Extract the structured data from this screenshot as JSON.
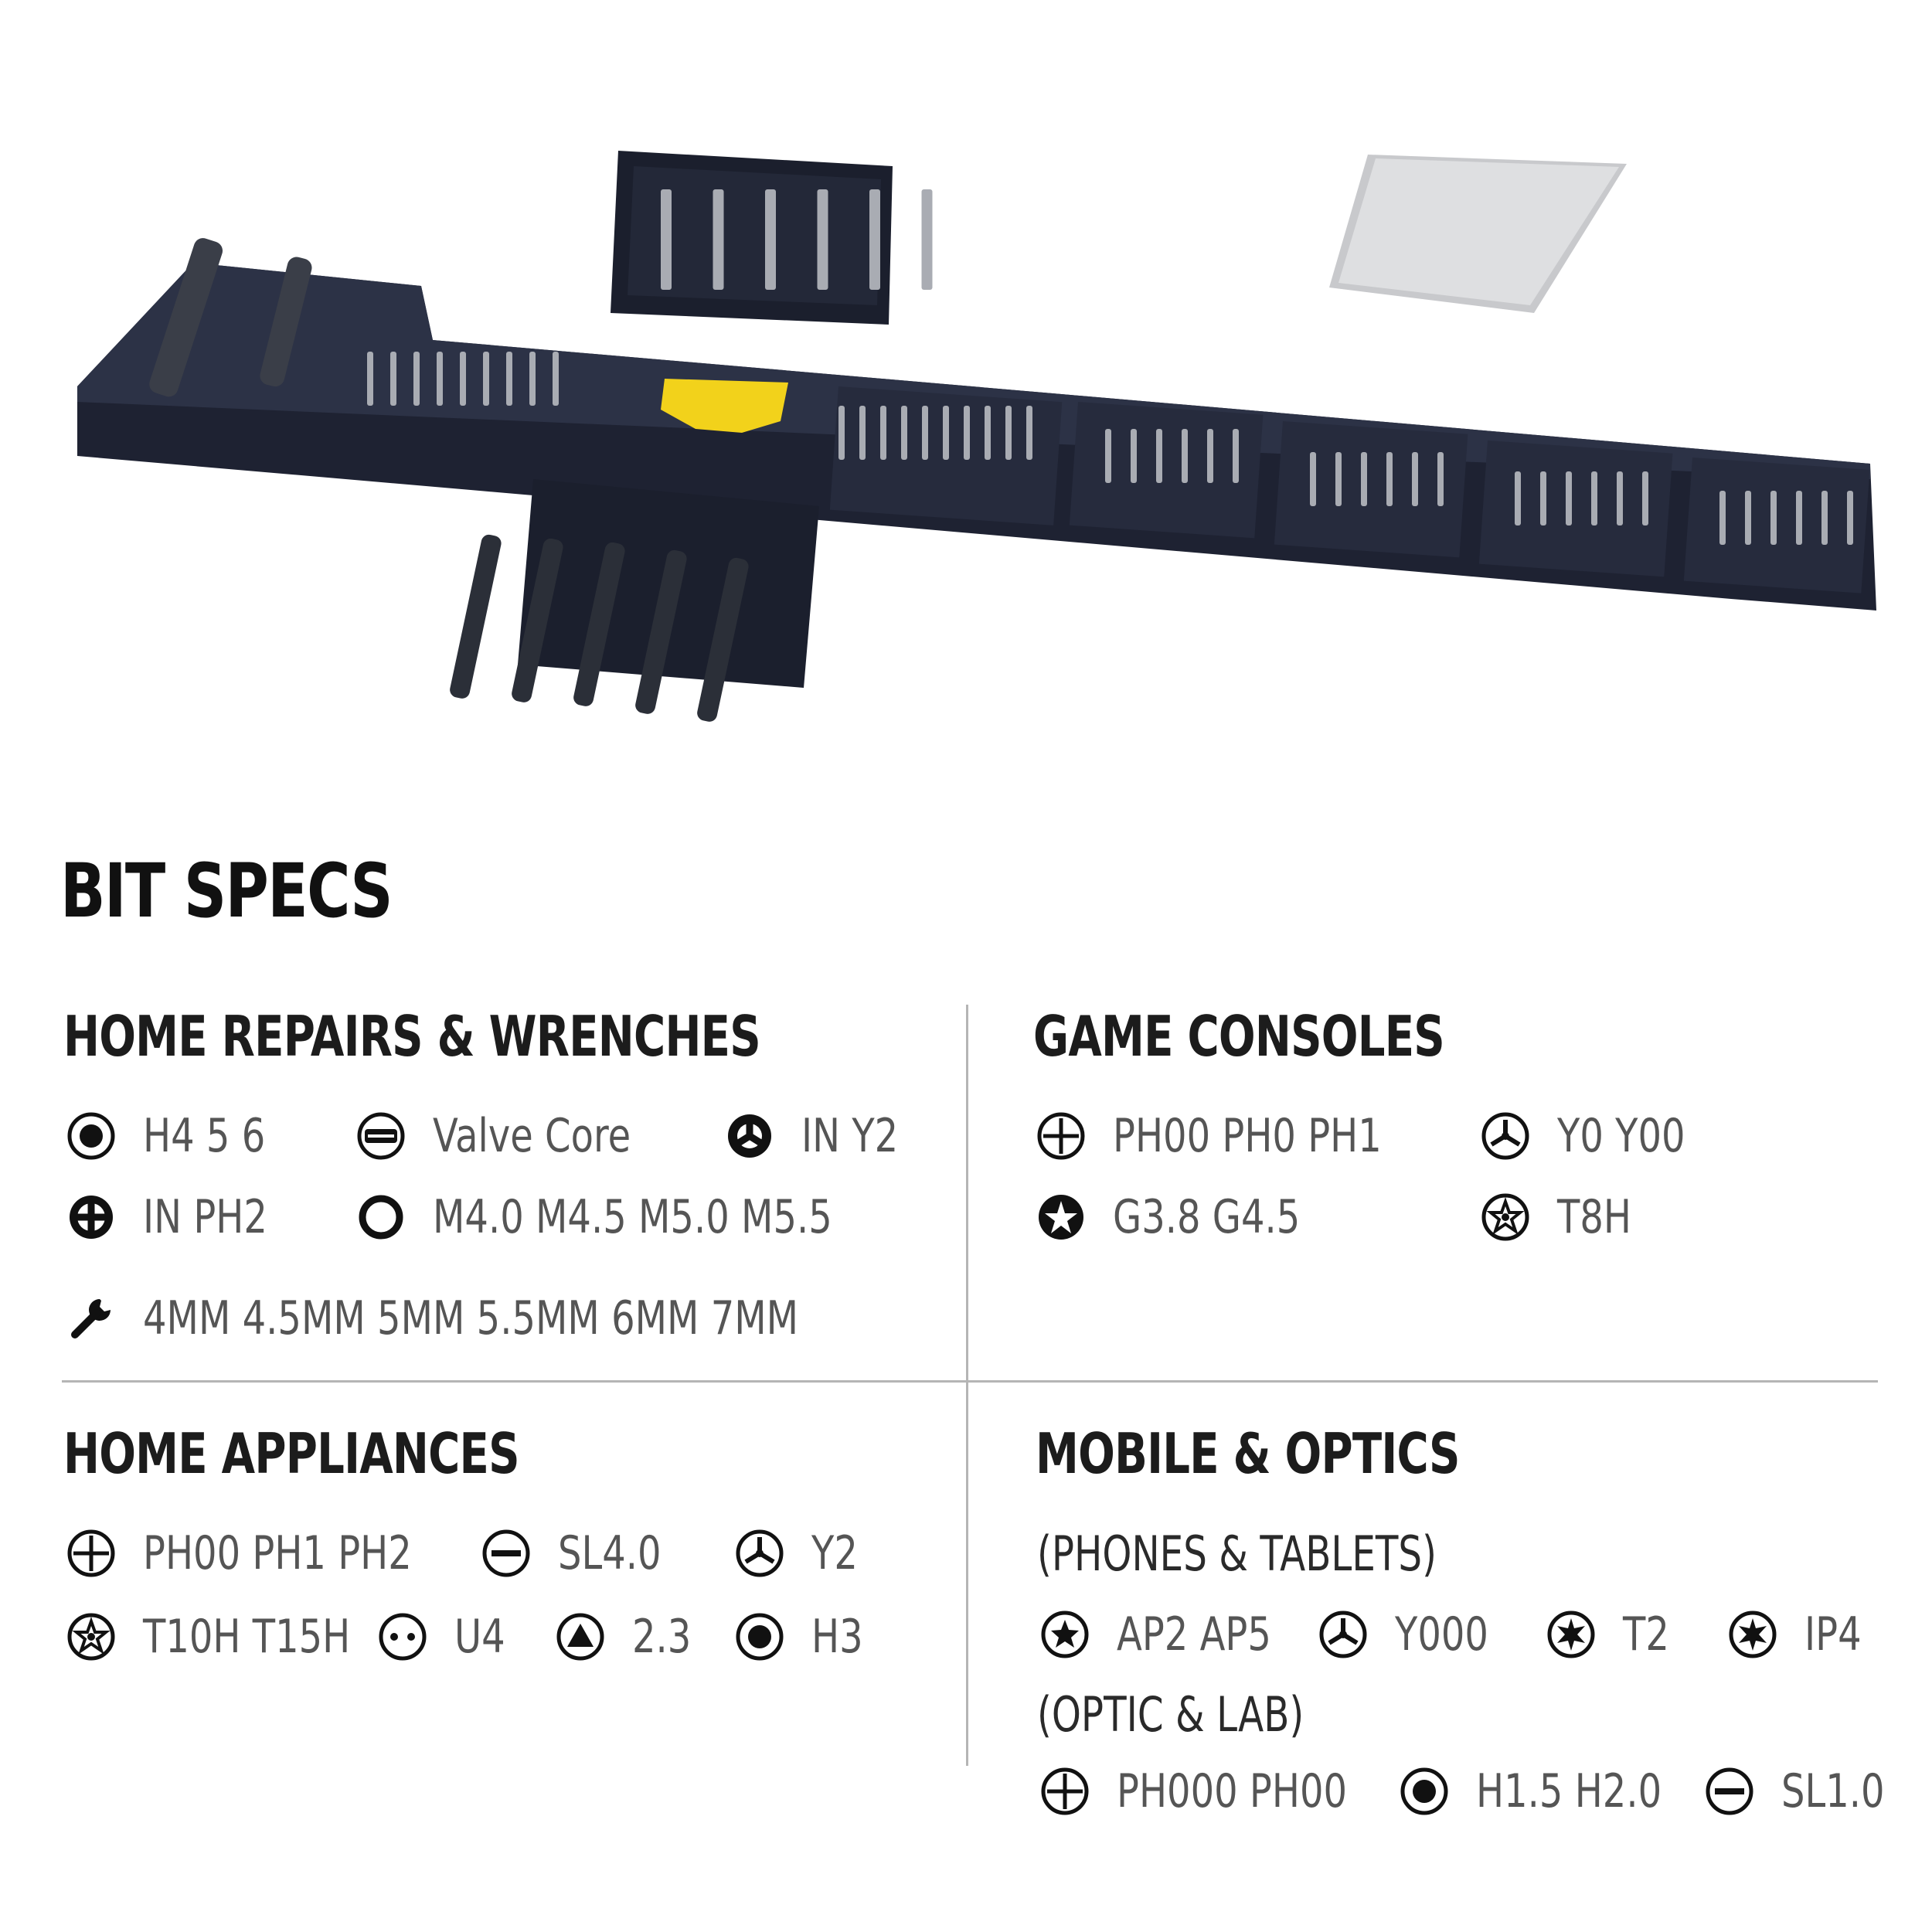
{
  "title": "BIT SPECS",
  "sections": {
    "home_repairs": {
      "title": "HOME REPAIRS & WRENCHES",
      "specs": {
        "hex": "H4 5 6",
        "valve": "Valve Core",
        "y_in": "IN Y2",
        "ph_in": "IN PH2",
        "nut": "M4.0  M4.5  M5.0  M5.5",
        "wrench": "4MM  4.5MM  5MM  5.5MM  6MM  7MM"
      }
    },
    "game_consoles": {
      "title": "GAME CONSOLES",
      "specs": {
        "phillips": "PH00  PH0  PH1",
        "tri": "Y0  Y00",
        "gamebit": "G3.8  G4.5",
        "torx": "T8H"
      }
    },
    "home_appliances": {
      "title": "HOME APPLIANCES",
      "specs": {
        "phillips": "PH00  PH1  PH2",
        "slot": "SL4.0",
        "tri": "Y2",
        "torx": "T10H  T15H",
        "u": "U4",
        "triangle": "2.3",
        "hex": "H3"
      }
    },
    "mobile_optics": {
      "title": "MOBILE & OPTICS",
      "phones_label": "(PHONES & TABLETS)",
      "phones": {
        "pentalobe": "AP2  AP5",
        "tri": "Y000",
        "torx": "T2",
        "ip": "IP4"
      },
      "optic_label": "(OPTIC & LAB)",
      "optic": {
        "phillips": "PH000  PH00",
        "hex": "H1.5  H2.0",
        "slot": "SL1.0"
      }
    }
  },
  "colors": {
    "case": "#232838",
    "case_top": "#2f3548",
    "accent_yellow": "#f2d21b",
    "metal": "#a9acb3"
  },
  "icons": [
    "hex-icon",
    "valve-core-icon",
    "tri-wing-icon",
    "phillips-icon",
    "nut-icon",
    "wrench-icon",
    "gamebit-icon",
    "security-torx-icon",
    "slotted-icon",
    "u-bit-icon",
    "triangle-icon",
    "pentalobe-icon",
    "torx-icon",
    "ip-icon"
  ]
}
